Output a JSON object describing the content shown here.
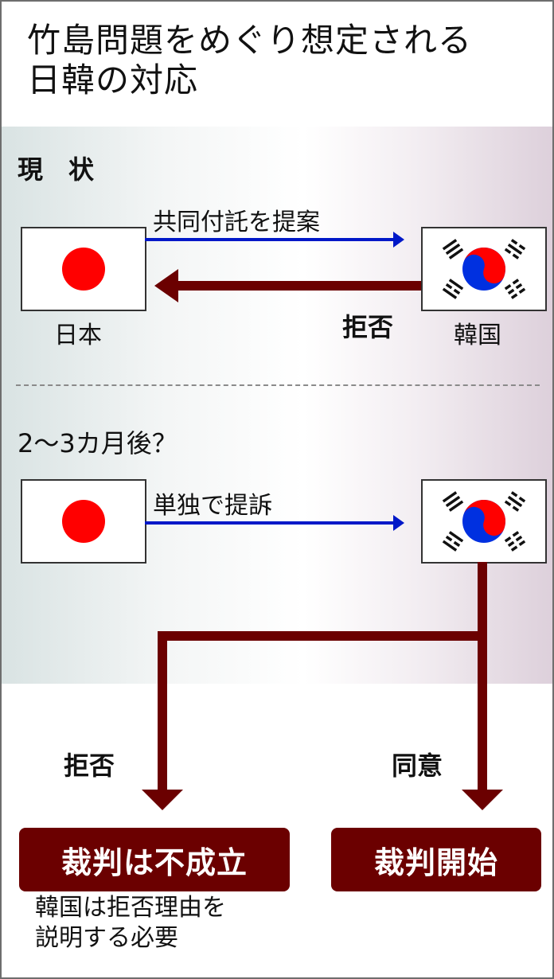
{
  "title": {
    "line1": "竹島問題をめぐり想定される",
    "line2": "日韓の対応"
  },
  "colors": {
    "proposal_arrow": "#0018c8",
    "rejection_arrow": "#6b0000",
    "result_box": "#6b0000",
    "japan_disc": "#ff0000",
    "korea_red": "#ff0000",
    "korea_blue": "#0030e0"
  },
  "current": {
    "heading": "現　状",
    "japan_label": "日本",
    "korea_label": "韓国",
    "proposal_label": "共同付託を提案",
    "rejection_label": "拒否"
  },
  "future": {
    "heading": "2〜3カ月後？",
    "action_label": "単独で提訴",
    "branch_reject_label": "拒否",
    "branch_agree_label": "同意",
    "outcome_reject": "裁判は不成立",
    "outcome_agree": "裁判開始",
    "note_line1": "韓国は拒否理由を",
    "note_line2": "説明する必要"
  },
  "icons": {
    "japan_flag": "japan-flag-icon",
    "korea_flag": "korea-flag-icon"
  }
}
